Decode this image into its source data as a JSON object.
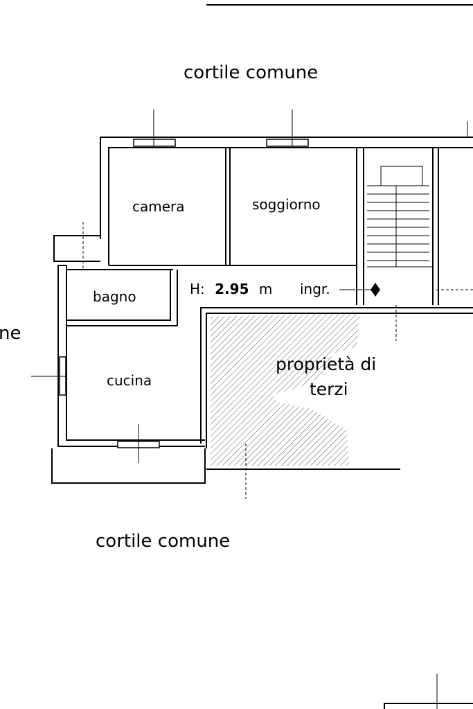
{
  "labels": {
    "courtyard_top": "cortile comune",
    "courtyard_bottom": "cortile comune",
    "courtyard_left_fragment": "ne",
    "third_party_line1": "proprietà di",
    "third_party_line2": "terzi"
  },
  "rooms": {
    "camera": "camera",
    "soggiorno": "soggiorno",
    "bagno": "bagno",
    "cucina": "cucina",
    "ingresso": "ingr."
  },
  "height": {
    "prefix": "H:",
    "value": "2.95",
    "unit": "m"
  }
}
